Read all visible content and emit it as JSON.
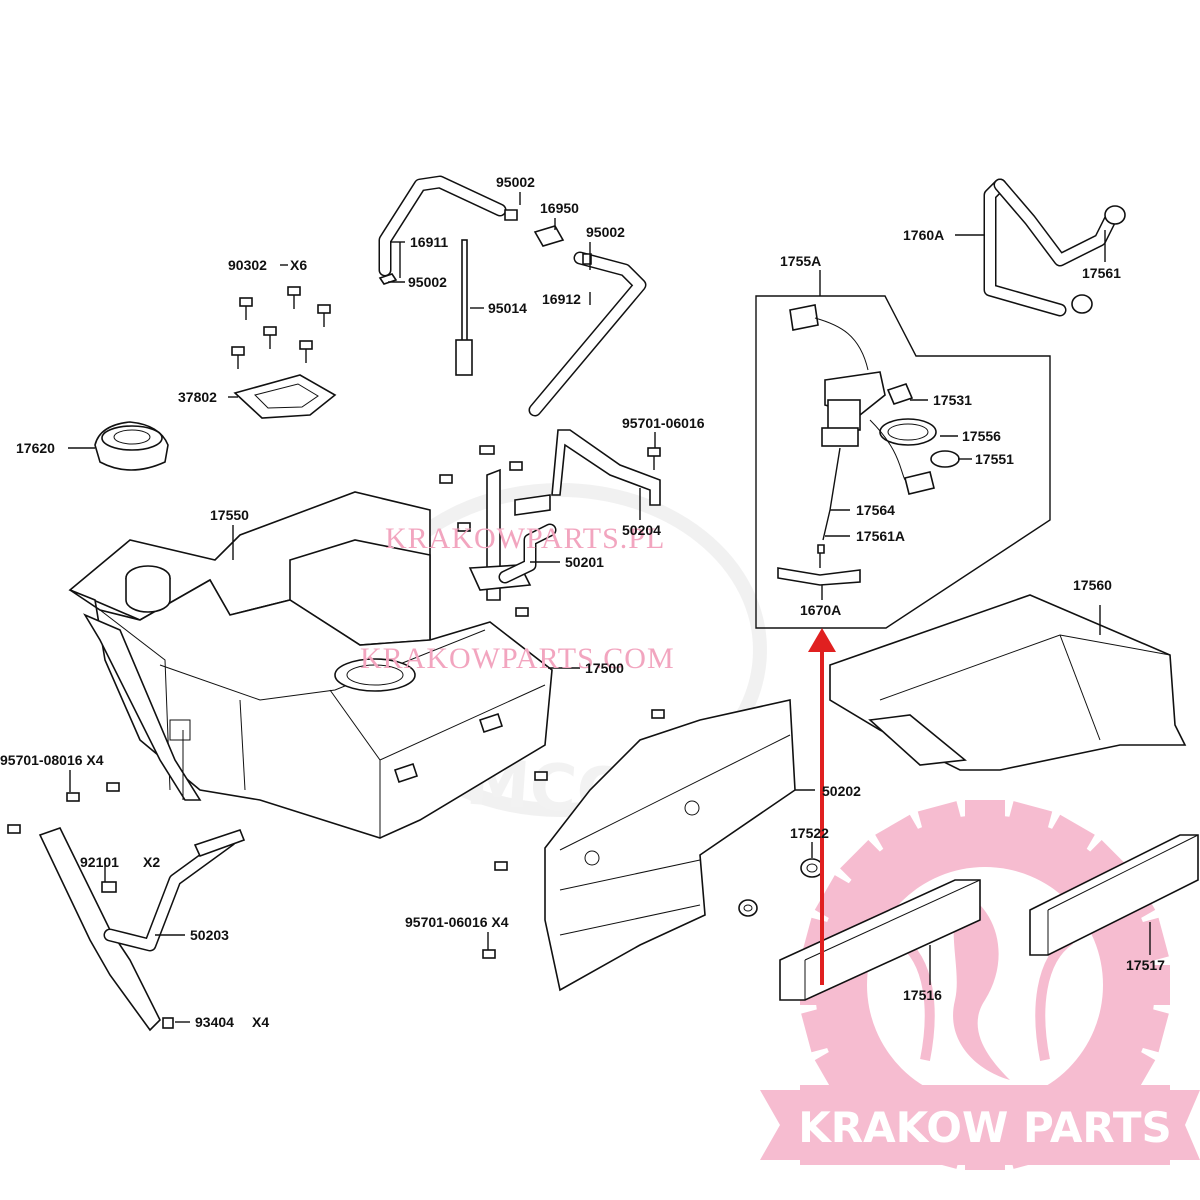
{
  "labels": {
    "p90302": "90302",
    "p90302q": "X6",
    "p37802": "37802",
    "p17620": "17620",
    "p17550": "17550",
    "p16911": "16911",
    "p95002a": "95002",
    "p95002b": "95002",
    "p95002c": "95002",
    "p16950": "16950",
    "p95014": "95014",
    "p16912": "16912",
    "p95701a": "95701-06016",
    "p50204": "50204",
    "p50201": "50201",
    "p17500": "17500",
    "p95701b": "95701-08016 X4",
    "p92101": "92101",
    "p92101q": "X2",
    "p50203": "50203",
    "p93404": "93404",
    "p93404q": "X4",
    "p95701c": "95701-06016 X4",
    "p1755A": "1755A",
    "p17531": "17531",
    "p17556": "17556",
    "p17551": "17551",
    "p17564": "17564",
    "p17561A": "17561A",
    "p1670A": "1670A",
    "p1760A": "1760A",
    "p17561": "17561",
    "p17560": "17560",
    "p50202": "50202",
    "p17522": "17522",
    "p17516": "17516",
    "p17517": "17517"
  },
  "watermark": {
    "line1": "KRAKOWPARTS.PL",
    "line2": "KRAKOWPARTS.COM",
    "brand": "KYMCO",
    "badge": "KRAKOW PARTS"
  },
  "colors": {
    "ink": "#111111",
    "watermark_pink": "#f4a7c2",
    "logo_pink": "#f6bcd0",
    "arrow_red": "#e02020"
  }
}
